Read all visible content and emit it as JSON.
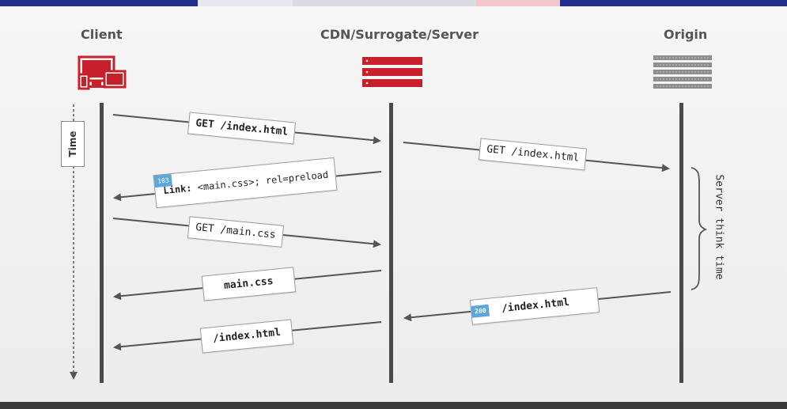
{
  "actors": {
    "client": "Client",
    "cdn": "CDN/Surrogate/Server",
    "origin": "Origin"
  },
  "time_label": "Time",
  "server_note": "Server think time",
  "messages": {
    "m1": "GET /index.html",
    "m2": "GET /index.html",
    "m3_badge": "103",
    "m3_key": "Link:",
    "m3_value": " <main.css>; rel=preload",
    "m4": "GET /main.css",
    "m5": "main.css",
    "m6_badge": "200",
    "m6": "/index.html",
    "m7": "/index.html"
  },
  "colors": {
    "accent_red": "#c8202a",
    "badge_blue": "#5aa7d9",
    "server_gray": "#8e8e8e"
  },
  "icons": {
    "client": "devices-icon",
    "cdn": "server-rack-icon",
    "origin": "server-stack-icon"
  }
}
